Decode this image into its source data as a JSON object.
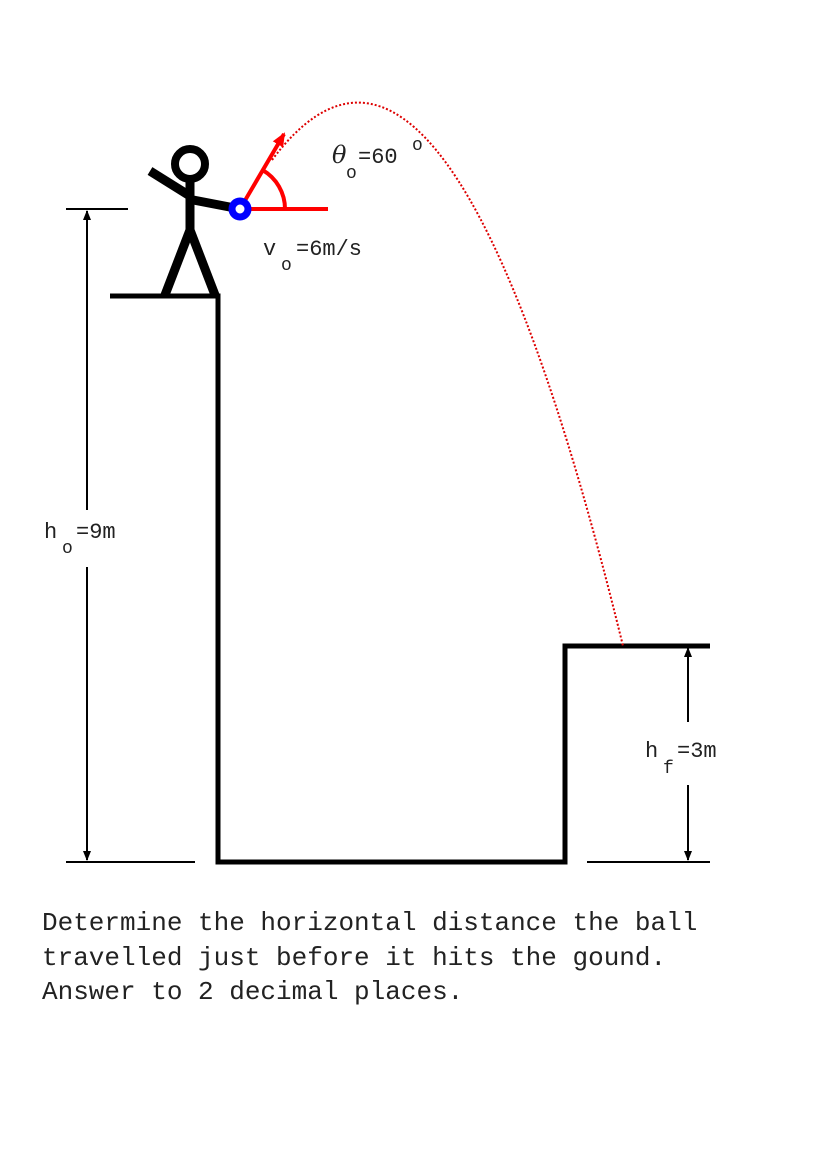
{
  "diagram": {
    "angle": {
      "symbol": "θ",
      "subscript": "o",
      "value": "=60",
      "unit": "o"
    },
    "velocity": {
      "symbol": "v",
      "subscript": "o",
      "value": "=6m/s"
    },
    "initial_height": {
      "symbol": "h",
      "subscript": "o",
      "value": "=9m"
    },
    "final_height": {
      "symbol": "h",
      "subscript": "f",
      "value": "=3m"
    },
    "colors": {
      "ball": "#0000ff",
      "vector": "#ff0000",
      "trajectory": "#dd0000",
      "lines": "#000000"
    }
  },
  "question": {
    "lines": [
      "Determine the horizontal distance the ball",
      "travelled just before it hits the gound.",
      "Answer to 2 decimal places."
    ]
  }
}
